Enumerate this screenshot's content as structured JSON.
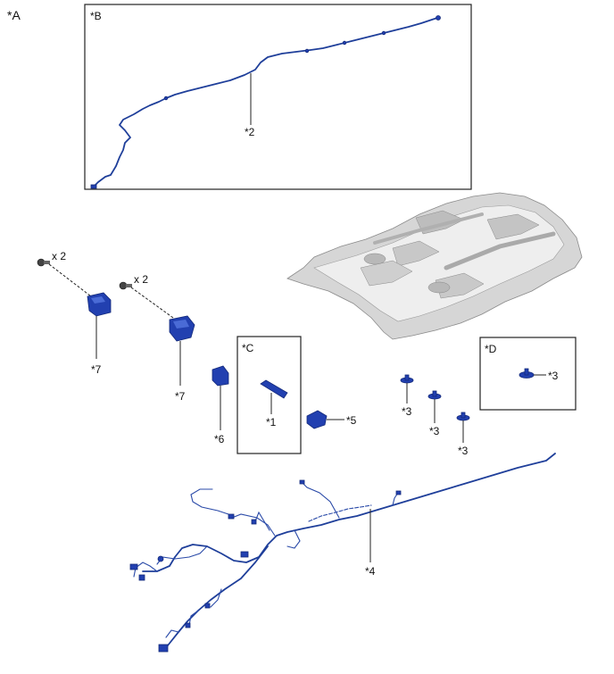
{
  "labels": {
    "view_a": "*A",
    "view_b": "*B",
    "view_c": "*C",
    "view_d": "*D",
    "callout_1": "*1",
    "callout_2": "*2",
    "callout_3a": "*3",
    "callout_3b": "*3",
    "callout_3c": "*3",
    "callout_3d": "*3",
    "callout_4": "*4",
    "callout_5": "*5",
    "callout_6": "*6",
    "callout_7a": "*7",
    "callout_7b": "*7",
    "qty_a": "x 2",
    "qty_b": "x 2"
  },
  "colors": {
    "part_blue": "#2240b0",
    "roof_grey": "#d9d9d9",
    "line": "#222222"
  }
}
